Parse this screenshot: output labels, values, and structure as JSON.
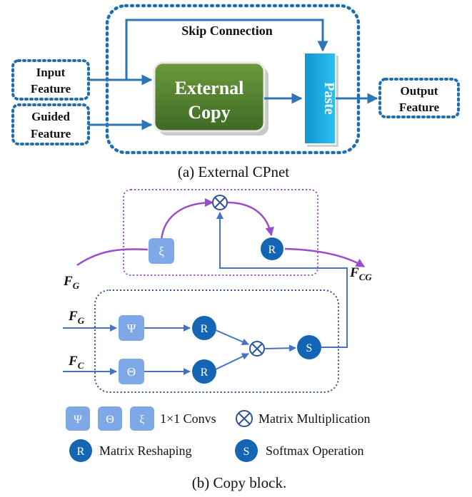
{
  "part_a": {
    "skip_connection": "Skip Connection",
    "input_feature": [
      "Input",
      "Feature"
    ],
    "guided_feature": [
      "Guided",
      "Feature"
    ],
    "external_copy": [
      "External",
      "Copy"
    ],
    "paste": "Paste",
    "output_feature": [
      "Output",
      "Feature"
    ],
    "caption": "(a) External CPnet"
  },
  "part_b": {
    "f_g_top": {
      "main": "F",
      "sub": "G"
    },
    "f_cg": {
      "main": "F",
      "sub": "CG"
    },
    "f_g_in": {
      "main": "F",
      "sub": "G"
    },
    "f_c_in": {
      "main": "F",
      "sub": "C"
    },
    "xi": "ξ",
    "psi": "Ψ",
    "theta": "Θ",
    "r": "R",
    "s": "S",
    "caption": "(b) Copy block."
  },
  "legend": {
    "conv_symbols": [
      "Ψ",
      "Θ",
      "ξ"
    ],
    "conv_label": "1×1 Convs",
    "matmul_label": "Matrix Multiplication",
    "r_symbol": "R",
    "reshape_label": "Matrix Reshaping",
    "s_symbol": "S",
    "softmax_label": "Softmax Operation"
  },
  "colors": {
    "dotted_blue": "#1f6fb0",
    "arrow_blue": "#2e75b6",
    "green": "#4e7d2f",
    "paste": "#14a6dc",
    "purple": "#9b4dca",
    "node_dark": "#1565b5",
    "conv_light": "#7ea8e6",
    "line_blue": "#4472c4"
  }
}
